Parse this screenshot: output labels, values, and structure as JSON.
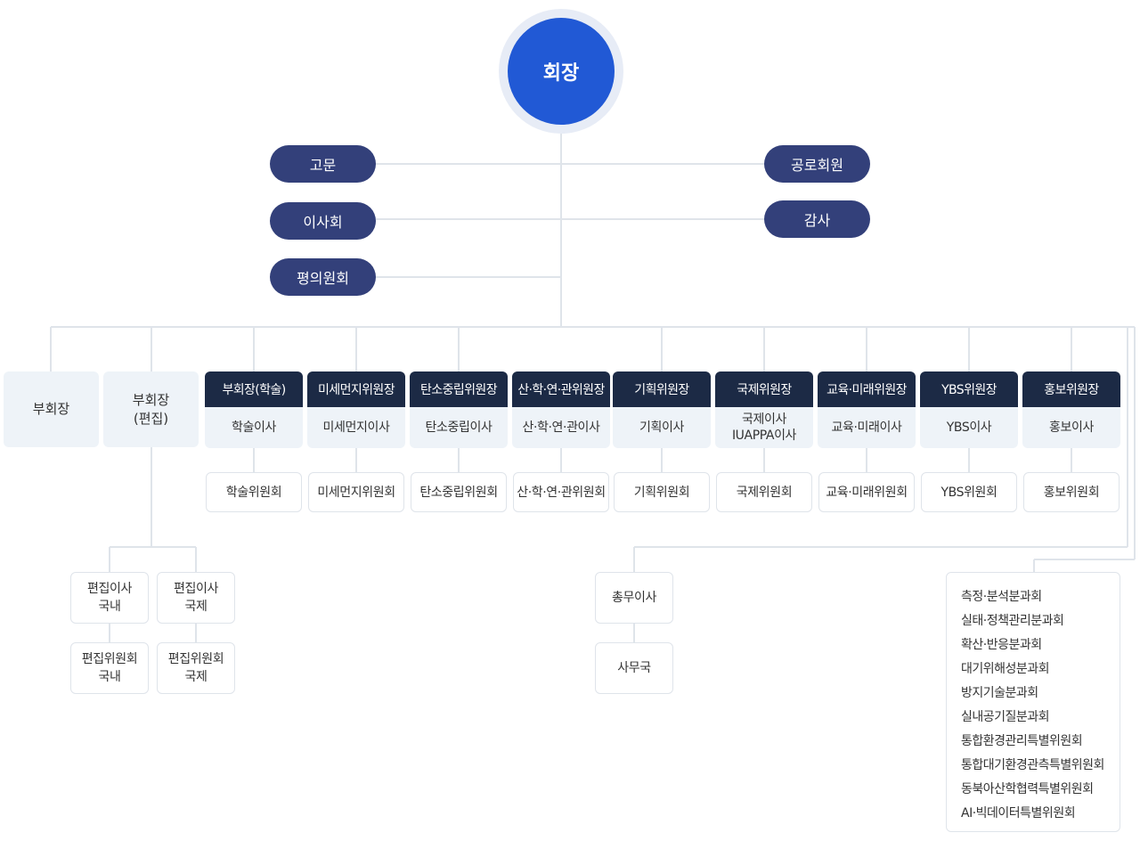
{
  "president": "회장",
  "left_advisory": [
    "고문",
    "이사회",
    "평의원회"
  ],
  "right_advisory": [
    "공로회원",
    "감사"
  ],
  "vice_presidents": [
    {
      "lines": [
        "부회장"
      ]
    },
    {
      "lines": [
        "부회장",
        "(편집)"
      ]
    }
  ],
  "directors": [
    {
      "head": "부회장(학술)",
      "body": [
        "학술이사"
      ],
      "committee": "학술위원회"
    },
    {
      "head": "미세먼지위원장",
      "body": [
        "미세먼지이사"
      ],
      "committee": "미세먼지위원회"
    },
    {
      "head": "탄소중립위원장",
      "body": [
        "탄소중립이사"
      ],
      "committee": "탄소중립위원회"
    },
    {
      "head": "산·학·연·관위원장",
      "body": [
        "산·학·연·관이사"
      ],
      "committee": "산·학·연·관위원회"
    },
    {
      "head": "기획위원장",
      "body": [
        "기획이사"
      ],
      "committee": "기획위원회"
    },
    {
      "head": "국제위원장",
      "body": [
        "국제이사",
        "IUAPPA이사"
      ],
      "committee": "국제위원회"
    },
    {
      "head": "교육·미래위원장",
      "body": [
        "교육·미래이사"
      ],
      "committee": "교육·미래위원회"
    },
    {
      "head": "YBS위원장",
      "body": [
        "YBS이사"
      ],
      "committee": "YBS위원회"
    },
    {
      "head": "홍보위원장",
      "body": [
        "홍보이사"
      ],
      "committee": "홍보위원회"
    }
  ],
  "editorial": {
    "domestic_director": [
      "편집이사",
      "국내"
    ],
    "international_director": [
      "편집이사",
      "국제"
    ],
    "domestic_committee": [
      "편집위원회",
      "국내"
    ],
    "international_committee": [
      "편집위원회",
      "국제"
    ]
  },
  "general_affairs": {
    "director": "총무이사",
    "office": "사무국"
  },
  "subcommittees": [
    "측정·분석분과회",
    "실태·정책관리분과회",
    "확산·반응분과회",
    "대기위해성분과회",
    "방지기술분과회",
    "실내공기질분과회",
    "통합환경관리특별위원회",
    "통합대기환경관측특별위원회",
    "동북아산학협력특별위원회",
    "AI·빅데이터특별위원회"
  ],
  "colors": {
    "president": "#2159d5",
    "president_ring": "#e7ecf6",
    "pill": "#33407a",
    "director_header": "#1c2a45",
    "light_box": "#eef3f8",
    "line": "#dfe4ea"
  }
}
